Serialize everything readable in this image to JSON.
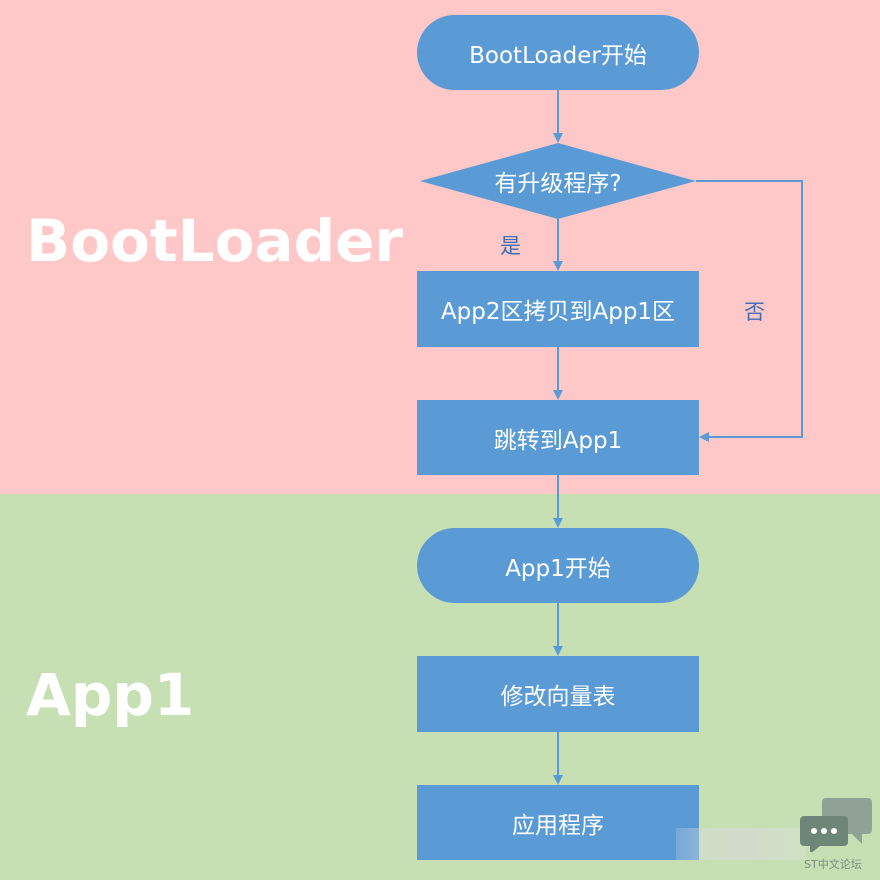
{
  "regions": {
    "bootloader_label": "BootLoader",
    "app1_label": "App1"
  },
  "nodes": {
    "bootloader_start": "BootLoader开始",
    "upgrade_decision": "有升级程序?",
    "copy_app2_to_app1": "App2区拷贝到App1区",
    "jump_to_app1": "跳转到App1",
    "app1_start": "App1开始",
    "modify_vector_table": "修改向量表",
    "application": "应用程序"
  },
  "edges": {
    "yes": "是",
    "no": "否"
  },
  "watermark": {
    "text": "ST中文论坛",
    "icon": "chat-bubbles-icon"
  },
  "colors": {
    "bootloader_region": "#ffc8c8",
    "app1_region": "#c6e0b4",
    "node_fill": "#5b9bd5",
    "edge_label": "#3f6fb5"
  }
}
